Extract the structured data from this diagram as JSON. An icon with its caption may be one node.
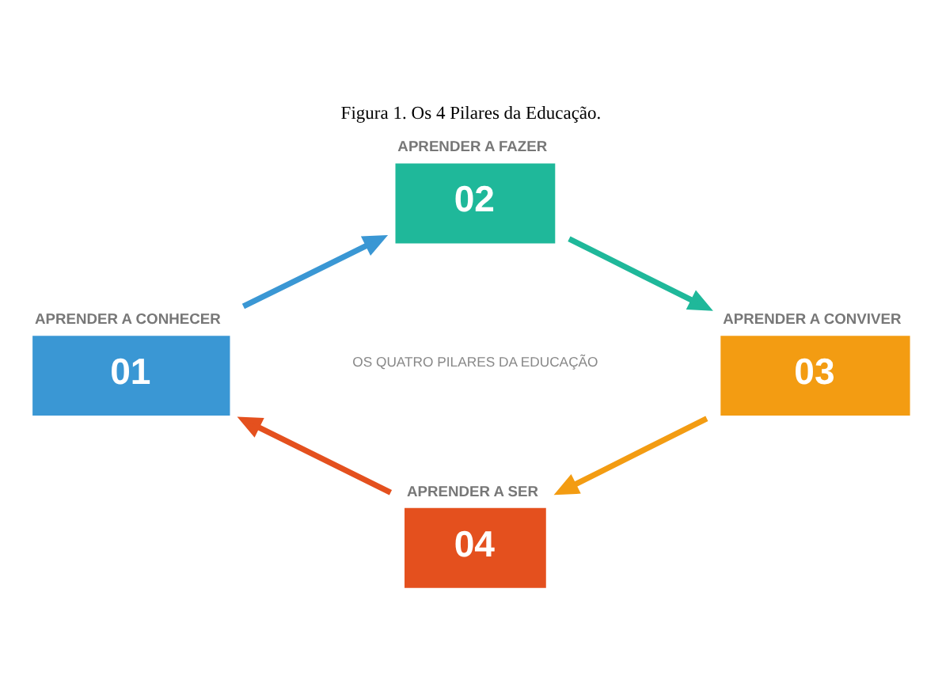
{
  "diagram": {
    "title": "Figura 1. Os 4 Pilares da Educação.",
    "nodes": [
      {
        "text": [
          "01"
        ],
        "beside": [
          "APRENDER A CONHECER"
        ]
      },
      {
        "text": [
          "02"
        ],
        "beside": [
          "APRENDER A FAZER"
        ]
      },
      {
        "text": [
          "03"
        ],
        "beside": [
          "APRENDER A CONVIVER"
        ]
      },
      {
        "text": [
          "04"
        ],
        "beside": [
          "APRENDER A SER"
        ]
      }
    ],
    "edges": [
      {
        "from": 0,
        "to": 1,
        "arrow": "to",
        "color": "#3a97d4"
      },
      {
        "from": 1,
        "to": 2,
        "arrow": "to",
        "color": "#1fb89a"
      },
      {
        "from": 2,
        "to": 3,
        "arrow": "to",
        "color": "#f39c12"
      },
      {
        "from": 3,
        "to": 0,
        "arrow": "to",
        "color": "#e4501e"
      }
    ],
    "labels": [
      "OS QUATRO PILARES DA EDUCAÇÃO"
    ]
  }
}
